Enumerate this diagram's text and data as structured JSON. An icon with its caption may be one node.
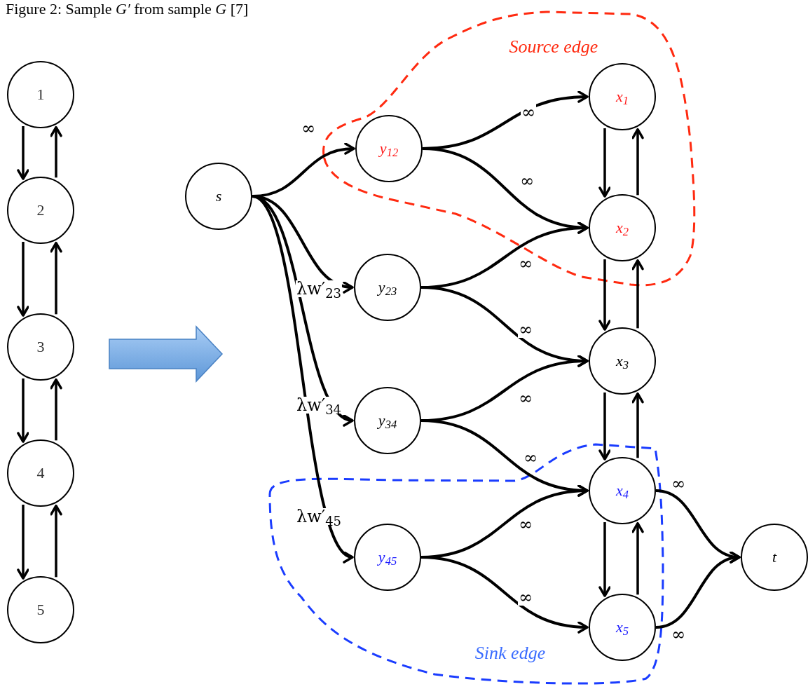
{
  "diagram": {
    "title": "Figure 2: Sample *G′* from sample *G* [7]",
    "nodes": [
      {
        "text": [
          "1"
        ]
      },
      {
        "text": [
          "2"
        ]
      },
      {
        "text": [
          "3"
        ]
      },
      {
        "text": [
          "4"
        ]
      },
      {
        "text": [
          "5"
        ]
      },
      {
        "text": [
          "s"
        ]
      },
      {
        "text": [
          "y$_{12}$"
        ]
      },
      {
        "text": [
          "y$_{23}$"
        ]
      },
      {
        "text": [
          "y$_{34}$"
        ]
      },
      {
        "text": [
          "y$_{45}$"
        ]
      },
      {
        "text": [
          "x$_{1}$"
        ]
      },
      {
        "text": [
          "x$_{2}$"
        ]
      },
      {
        "text": [
          "x$_{3}$"
        ]
      },
      {
        "text": [
          "x$_{4}$"
        ]
      },
      {
        "text": [
          "x$_{5}$"
        ]
      },
      {
        "text": [
          "t"
        ]
      }
    ],
    "edges": [
      {
        "from": 0,
        "to": 1,
        "arrow": "to"
      },
      {
        "from": 1,
        "to": 0,
        "arrow": "to"
      },
      {
        "from": 1,
        "to": 2,
        "arrow": "to"
      },
      {
        "from": 2,
        "to": 1,
        "arrow": "to"
      },
      {
        "from": 2,
        "to": 3,
        "arrow": "to"
      },
      {
        "from": 3,
        "to": 2,
        "arrow": "to"
      },
      {
        "from": 3,
        "to": 4,
        "arrow": "to"
      },
      {
        "from": 4,
        "to": 3,
        "arrow": "to"
      },
      {
        "from": 5,
        "to": 6,
        "arrow": "to",
        "label": "∞"
      },
      {
        "from": 5,
        "to": 7,
        "arrow": "to",
        "label": "λw′$_{23}$"
      },
      {
        "from": 5,
        "to": 8,
        "arrow": "to",
        "label": "λw′$_{34}$"
      },
      {
        "from": 5,
        "to": 9,
        "arrow": "to",
        "label": "λw′$_{45}$"
      },
      {
        "from": 6,
        "to": 10,
        "arrow": "to",
        "label": "∞"
      },
      {
        "from": 6,
        "to": 11,
        "arrow": "to",
        "label": "∞"
      },
      {
        "from": 7,
        "to": 11,
        "arrow": "to",
        "label": "∞"
      },
      {
        "from": 7,
        "to": 12,
        "arrow": "to",
        "label": "∞"
      },
      {
        "from": 8,
        "to": 12,
        "arrow": "to",
        "label": "∞"
      },
      {
        "from": 8,
        "to": 13,
        "arrow": "to",
        "label": "∞"
      },
      {
        "from": 9,
        "to": 13,
        "arrow": "to",
        "label": "∞"
      },
      {
        "from": 9,
        "to": 14,
        "arrow": "to",
        "label": "∞"
      },
      {
        "from": 10,
        "to": 11,
        "arrow": "to"
      },
      {
        "from": 11,
        "to": 10,
        "arrow": "to"
      },
      {
        "from": 11,
        "to": 12,
        "arrow": "to"
      },
      {
        "from": 12,
        "to": 11,
        "arrow": "to"
      },
      {
        "from": 12,
        "to": 13,
        "arrow": "to"
      },
      {
        "from": 13,
        "to": 12,
        "arrow": "to"
      },
      {
        "from": 13,
        "to": 14,
        "arrow": "to"
      },
      {
        "from": 14,
        "to": 13,
        "arrow": "to"
      },
      {
        "from": 13,
        "to": 15,
        "arrow": "to",
        "label": "∞"
      },
      {
        "from": 14,
        "to": 15,
        "arrow": "to",
        "label": "∞"
      }
    ],
    "labels": [
      "Source edge",
      "Sink edge"
    ]
  }
}
